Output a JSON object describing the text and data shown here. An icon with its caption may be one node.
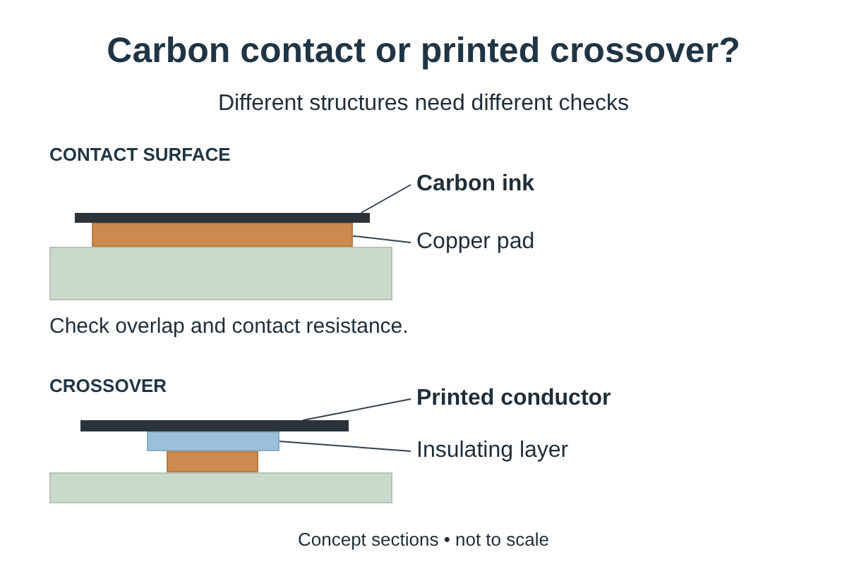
{
  "diagram": {
    "title": "Carbon contact or printed crossover?",
    "caption": "Concept sections • not to scale",
    "nodes": [
      {
        "text": [
          "Carbon ink"
        ]
      },
      {
        "text": [],
        "shape": "bar"
      },
      {
        "text": [
          "Copper pad"
        ]
      },
      {
        "text": [],
        "shape": "box"
      },
      {
        "text": [
          "Printed conductor"
        ]
      },
      {
        "text": [],
        "shape": "bar"
      },
      {
        "text": [
          "Insulating layer"
        ]
      },
      {
        "text": [],
        "shape": "box"
      },
      {
        "text": [],
        "shape": "box"
      },
      {
        "text": [],
        "shape": "box"
      },
      {
        "text": [],
        "shape": "box"
      }
    ],
    "edges": [
      {
        "from": 0,
        "to": 1,
        "arrow": "none"
      },
      {
        "from": 2,
        "to": 3,
        "arrow": "none"
      },
      {
        "from": 4,
        "to": 5,
        "arrow": "none"
      },
      {
        "from": 6,
        "to": 7,
        "arrow": "none"
      }
    ],
    "labels": [
      "Different structures need different checks",
      "CONTACT SURFACE",
      "Check overlap and contact resistance.",
      "CROSSOVER"
    ]
  }
}
